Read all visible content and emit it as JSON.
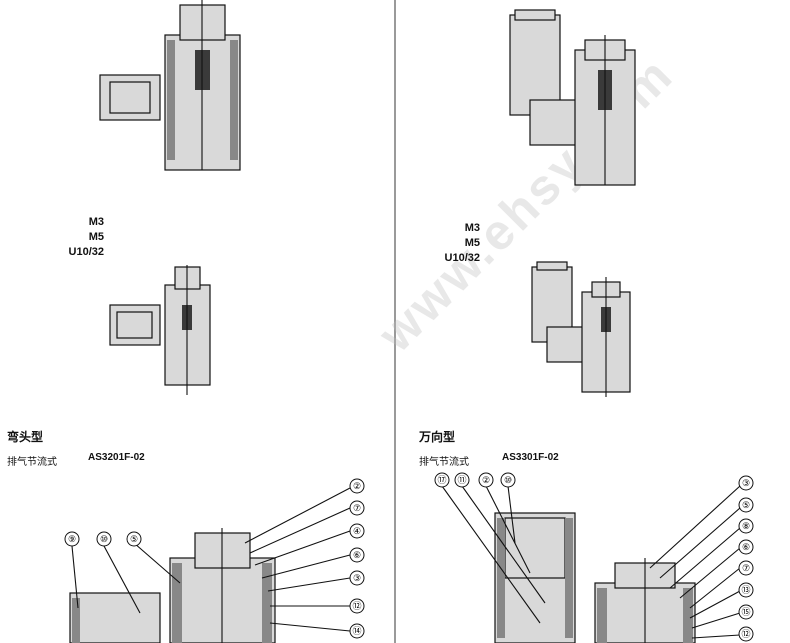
{
  "left": {
    "sizes": [
      "M3",
      "M5",
      "U10/32"
    ],
    "title": "弯头型",
    "subtitle": "排气节流式",
    "model": "AS3201F-02",
    "callouts": [
      "②",
      "⑦",
      "④",
      "⑥",
      "③",
      "⑫",
      "⑭",
      "⑨",
      "⑩",
      "⑤"
    ]
  },
  "right": {
    "sizes": [
      "M3",
      "M5",
      "U10/32"
    ],
    "title": "万向型",
    "subtitle": "排气节流式",
    "model": "AS3301F-02",
    "callouts": [
      "⑰",
      "⑪",
      "②",
      "⑩",
      "③",
      "⑤",
      "⑧",
      "⑥",
      "⑦",
      "⑬",
      "⑮",
      "⑫"
    ]
  },
  "watermark": "www.ehsy.com"
}
